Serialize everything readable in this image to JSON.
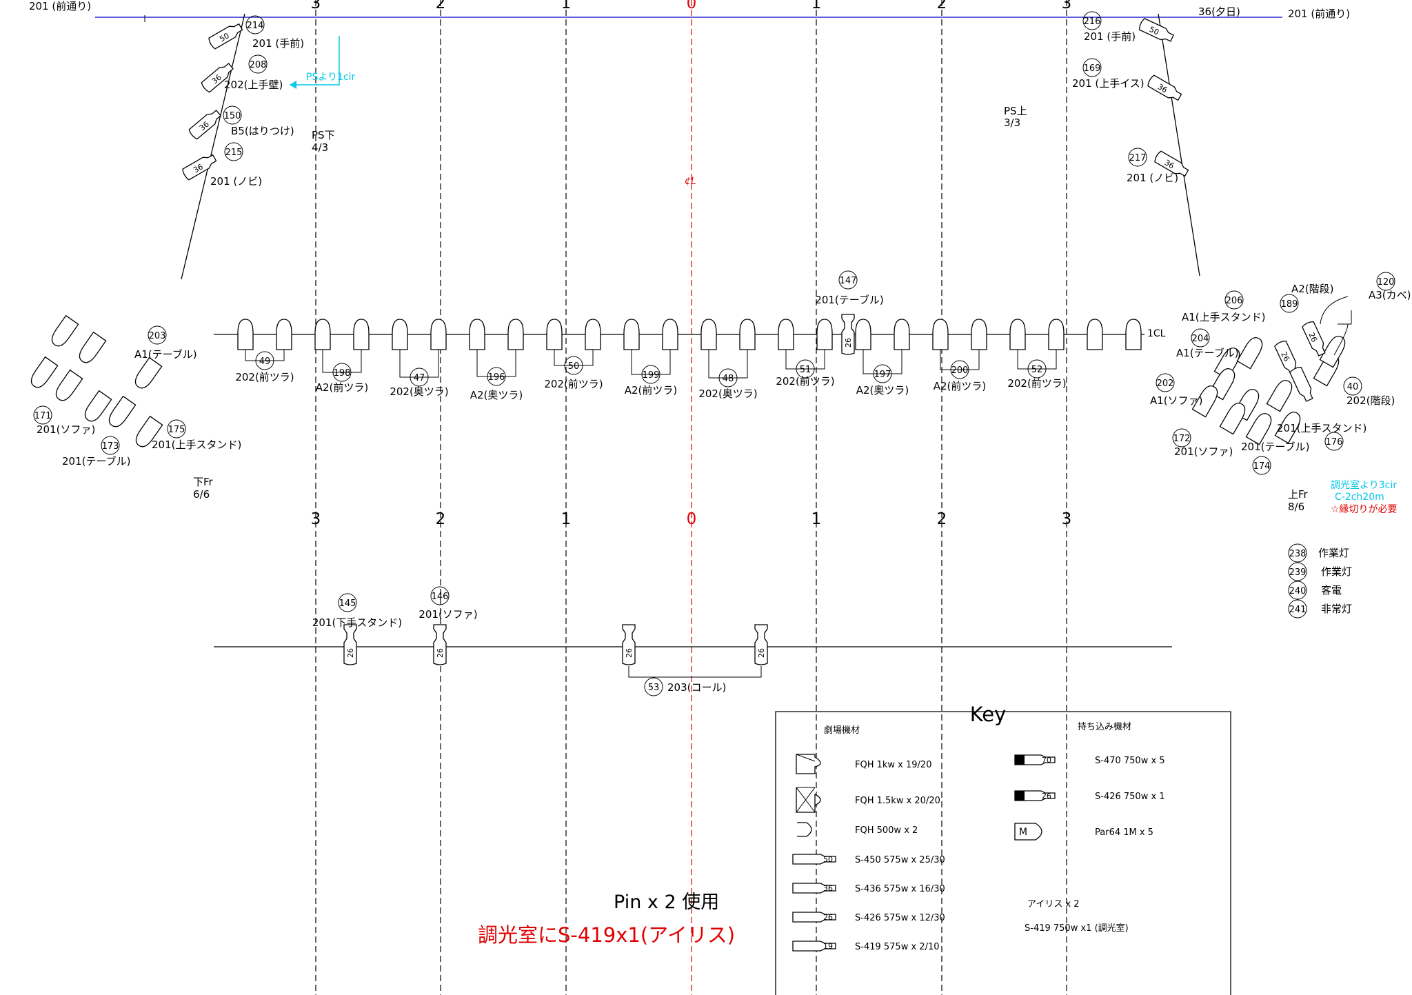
{
  "top_labels": {
    "left_front": "201 (前通り)",
    "right_sunset": "36(夕日)",
    "right_front": "201 (前通り)"
  },
  "grid_numbers_top": [
    "3",
    "2",
    "1",
    "0",
    "1",
    "2",
    "3"
  ],
  "grid_numbers_bottom": [
    "3",
    "2",
    "1",
    "0",
    "1",
    "2",
    "3"
  ],
  "centerline_label": "¢L",
  "ps_left": {
    "label": "PS下",
    "count": "4/3",
    "note": "PSより1cir"
  },
  "ps_right": {
    "label": "PS上",
    "count": "3/3"
  },
  "fr_left": {
    "label": "下Fr",
    "count": "6/6"
  },
  "fr_right": {
    "label": "上Fr",
    "count": "8/6"
  },
  "dimmer_note": {
    "line1": "調光室より3cir",
    "line2": "C-2ch20m",
    "line3": "☆縁切りが必要"
  },
  "left_boom": [
    {
      "num": "214",
      "label": "201 (手前)",
      "size": "50"
    },
    {
      "num": "208",
      "label": "202(上手壁)",
      "size": "36"
    },
    {
      "num": "150",
      "label": "B5(はりつけ)",
      "size": "36"
    },
    {
      "num": "215",
      "label": "201 (ノビ)",
      "size": "36"
    }
  ],
  "right_boom": [
    {
      "num": "216",
      "label": "201 (手前)",
      "size": "50"
    },
    {
      "num": "169",
      "label": "201 (上手イス)",
      "size": "36"
    },
    {
      "num": "217",
      "label": "201 (ノビ)",
      "size": "36"
    }
  ],
  "pipe1": {
    "label": "1CL",
    "special_num": "147",
    "special_label": "201(テーブル)",
    "special_size": "26",
    "pairs": [
      {
        "num": "49",
        "label": "202(前ツラ)"
      },
      {
        "num": "198",
        "label": "A2(前ツラ)"
      },
      {
        "num": "47",
        "label": "202(奥ツラ)"
      },
      {
        "num": "196",
        "label": "A2(奥ツラ)"
      },
      {
        "num": "50",
        "label": "202(前ツラ)"
      },
      {
        "num": "199",
        "label": "A2(前ツラ)"
      },
      {
        "num": "48",
        "label": "202(奥ツラ)"
      },
      {
        "num": "51",
        "label": "202(前ツラ)"
      },
      {
        "num": "197",
        "label": "A2(奥ツラ)"
      },
      {
        "num": "200",
        "label": "A2(前ツラ)"
      },
      {
        "num": "52",
        "label": "202(前ツラ)"
      }
    ]
  },
  "left_floor": [
    {
      "num": "203",
      "label": "A1(テーブル)"
    },
    {
      "num": "171",
      "label": "201(ソファ)"
    },
    {
      "num": "175",
      "label": "201(上手スタンド)"
    },
    {
      "num": "173",
      "label": "201(テーブル)"
    }
  ],
  "right_floor": [
    {
      "num": "206",
      "label": "A1(上手スタンド)"
    },
    {
      "num": "204",
      "label": "A1(テーブル)"
    },
    {
      "num": "189",
      "label": "A2(階段)"
    },
    {
      "num": "120",
      "label": "A3(カベ)"
    },
    {
      "num": "202",
      "label": "A1(ソファ)"
    },
    {
      "num": "40",
      "label": "202(階段)"
    },
    {
      "num": "172",
      "label": "201(ソファ)"
    },
    {
      "num": "176",
      "label": "201(上手スタンド)"
    },
    {
      "num": "174",
      "label": "201(テーブル)"
    },
    {
      "size1": "26",
      "size2": "26"
    }
  ],
  "work_lights": [
    {
      "num": "238",
      "label": "作業灯"
    },
    {
      "num": "239",
      "label": "作業灯"
    },
    {
      "num": "240",
      "label": "客電"
    },
    {
      "num": "241",
      "label": "非常灯"
    }
  ],
  "pipe2": [
    {
      "num": "145",
      "label": "201(下手スタンド)",
      "size": "26"
    },
    {
      "num": "146",
      "label": "201(ソファ)",
      "size": "26"
    },
    {
      "num": "53",
      "label": "203(コール)",
      "size": "26"
    }
  ],
  "notes": {
    "pin": "Pin x 2 使用",
    "iris_note": "調光室にS-419x1(アイリス)"
  },
  "key": {
    "title": "Key",
    "theatre_header": "劇場機材",
    "bring_header": "持ち込み機材",
    "theatre_items": [
      {
        "icon": "fqh-1kw-icon",
        "label": "FQH 1kw x 19/20"
      },
      {
        "icon": "fqh-1500w-icon",
        "label": "FQH 1.5kw x 20/20"
      },
      {
        "icon": "fqh-500w-icon",
        "label": "FQH 500w x 2"
      },
      {
        "icon": "ellipsoidal-50-icon",
        "size": "50",
        "label": "S-450 575w x 25/30"
      },
      {
        "icon": "ellipsoidal-36-icon",
        "size": "36",
        "label": "S-436 575w x 16/30"
      },
      {
        "icon": "ellipsoidal-26-icon",
        "size": "26",
        "label": "S-426 575w x 12/30"
      },
      {
        "icon": "ellipsoidal-19-icon",
        "size": "19",
        "label": "S-419 575w x 2/10"
      }
    ],
    "bring_items": [
      {
        "icon": "ellipsoidal-70-black-icon",
        "size": "70",
        "label": "S-470 750w x 5"
      },
      {
        "icon": "ellipsoidal-26-black-icon",
        "size": "26",
        "label": "S-426 750w x 1"
      },
      {
        "icon": "par64-icon",
        "size": "M",
        "label": "Par64 1M x 5"
      }
    ],
    "iris_title": "アイリス x 2",
    "iris_item": "S-419 750w x1 (調光室)"
  }
}
